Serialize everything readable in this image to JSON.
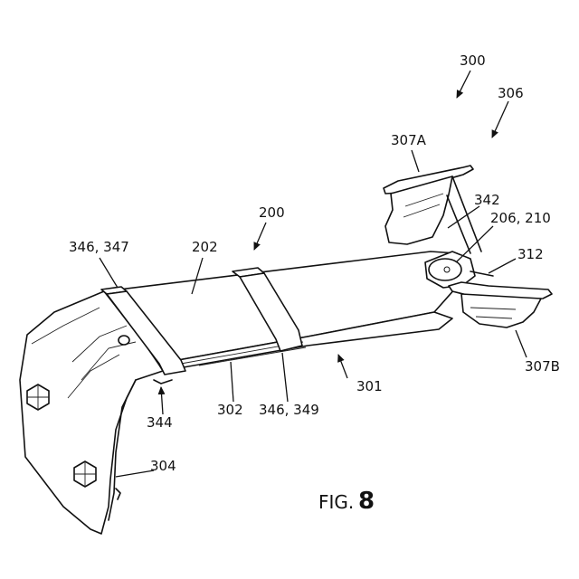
{
  "figure": {
    "title_prefix": "FIG.",
    "title_number": "8"
  },
  "labels": {
    "l300": "300",
    "l306": "306",
    "l307A": "307A",
    "l342": "342",
    "l206_210": "206, 210",
    "l312": "312",
    "l307B": "307B",
    "l200": "200",
    "l202": "202",
    "l346_347": "346, 347",
    "l301": "301",
    "l346_349": "346, 349",
    "l302": "302",
    "l344": "344",
    "l304": "304"
  }
}
